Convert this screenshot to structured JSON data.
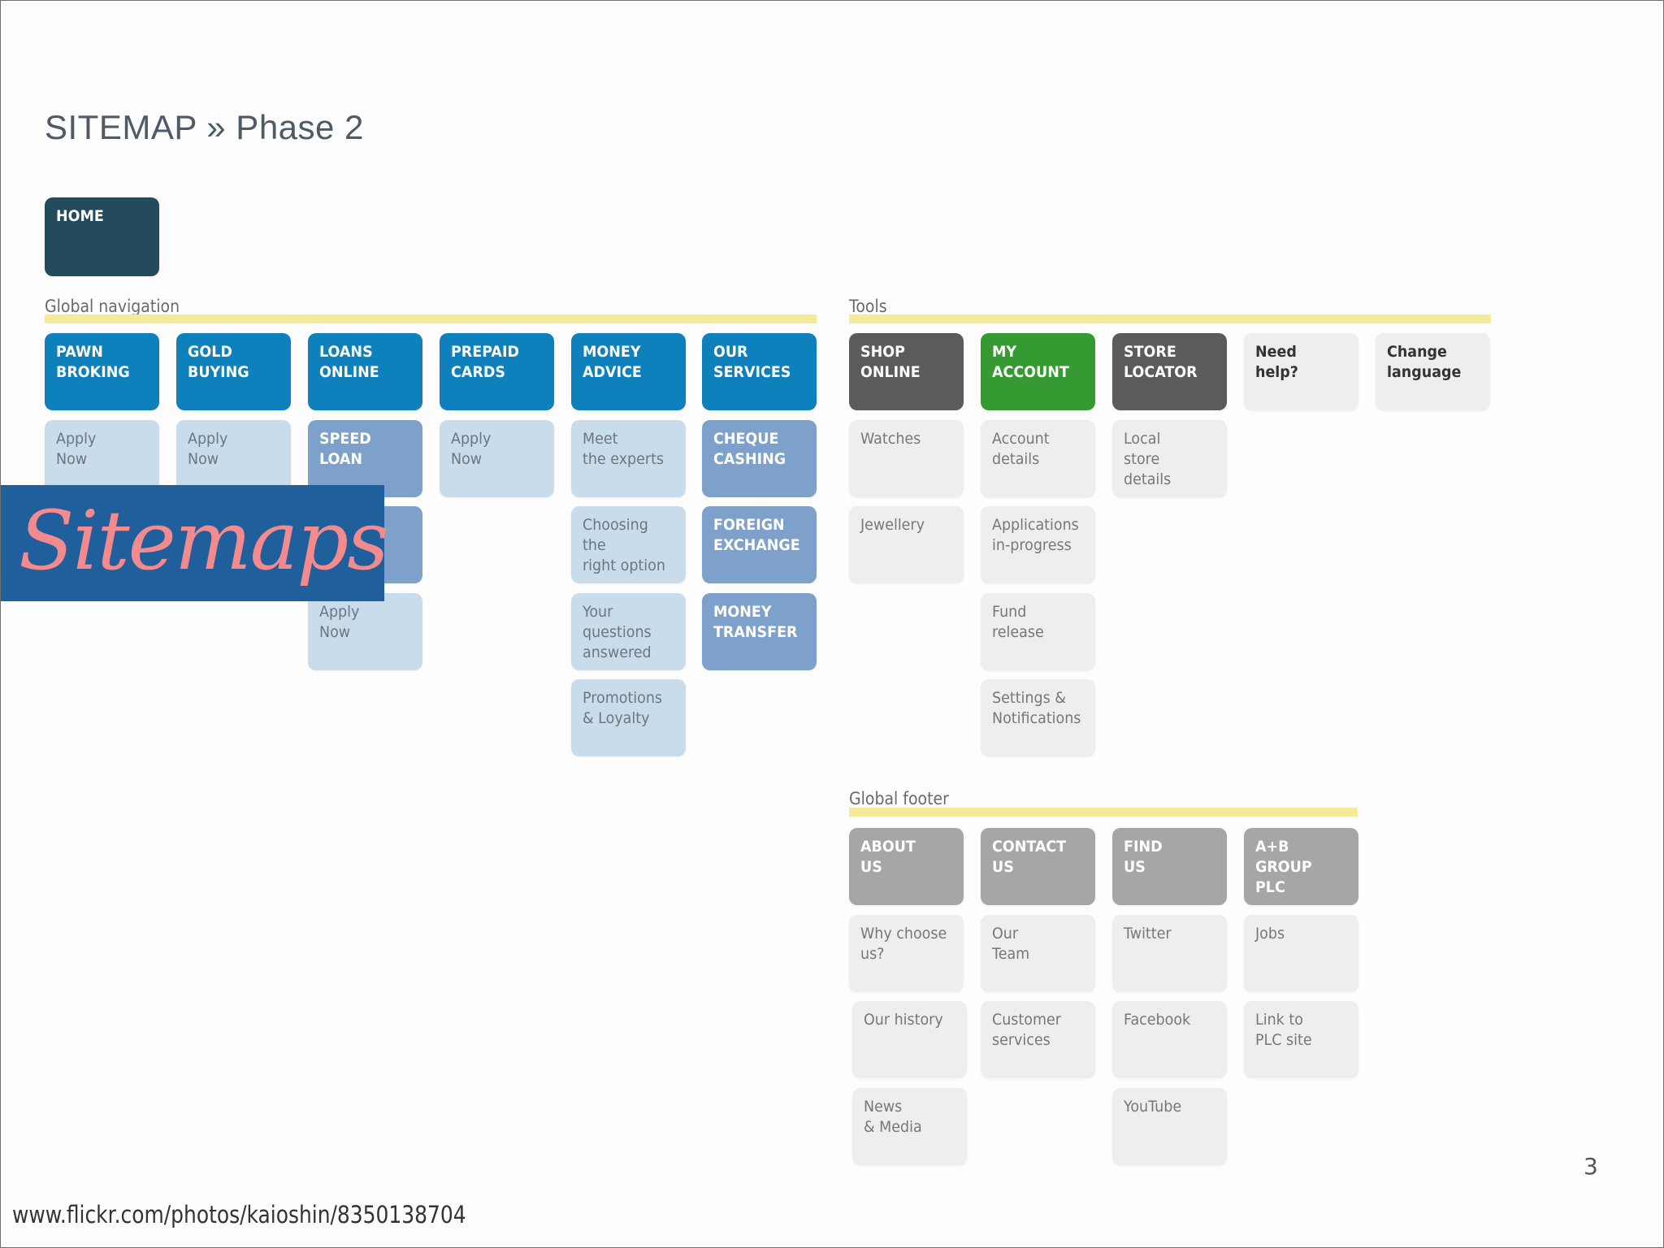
{
  "page_title": "SITEMAP » Phase 2",
  "home": "HOME",
  "global_nav": {
    "label": "Global navigation",
    "columns": [
      {
        "header": "PAWN\nBROKING",
        "children": [
          {
            "text": "Apply\nNow",
            "strong": false
          }
        ]
      },
      {
        "header": "GOLD\nBUYING",
        "children": [
          {
            "text": "Apply\nNow",
            "strong": false
          }
        ]
      },
      {
        "header": "LOANS\nONLINE",
        "children": [
          {
            "text": "SPEED\nLOAN",
            "strong": true
          },
          {
            "text": "",
            "strong": true
          },
          {
            "text": "Apply\nNow",
            "strong": false
          }
        ]
      },
      {
        "header": "PREPAID\nCARDS",
        "children": [
          {
            "text": "Apply\nNow",
            "strong": false
          }
        ]
      },
      {
        "header": "MONEY\nADVICE",
        "children": [
          {
            "text": "Meet\nthe experts",
            "strong": false
          },
          {
            "text": "Choosing the\nright option",
            "strong": false
          },
          {
            "text": "Your\nquestions\nanswered",
            "strong": false
          },
          {
            "text": "Promotions\n& Loyalty",
            "strong": false
          }
        ]
      },
      {
        "header": "OUR\nSERVICES",
        "children": [
          {
            "text": "CHEQUE\nCASHING",
            "strong": true
          },
          {
            "text": "FOREIGN\nEXCHANGE",
            "strong": true
          },
          {
            "text": "MONEY\nTRANSFER",
            "strong": true
          }
        ]
      }
    ]
  },
  "tools": {
    "label": "Tools",
    "columns": [
      {
        "header": "SHOP\nONLINE",
        "style": "dark",
        "children": [
          "Watches",
          "Jewellery"
        ]
      },
      {
        "header": "MY\nACCOUNT",
        "style": "green",
        "children": [
          "Account\ndetails",
          "Applications\nin-progress",
          "Fund\nrelease",
          "Settings &\nNotifications"
        ]
      },
      {
        "header": "STORE\nLOCATOR",
        "style": "dark",
        "children": [
          "Local\nstore details"
        ]
      },
      {
        "header": "Need help?",
        "style": "light",
        "children": []
      },
      {
        "header": "Change\nlanguage",
        "style": "light",
        "children": []
      }
    ]
  },
  "footer": {
    "label": "Global footer",
    "columns": [
      {
        "header": "ABOUT\nUS",
        "children": [
          "Why choose\nus?",
          "Our history",
          "News\n& Media"
        ]
      },
      {
        "header": "CONTACT\nUS",
        "children": [
          "Our\nTeam",
          "Customer\nservices"
        ]
      },
      {
        "header": "FIND\nUS",
        "children": [
          "Twitter",
          "Facebook",
          "YouTube"
        ]
      },
      {
        "header": "A+B\nGROUP PLC",
        "children": [
          "Jobs",
          "Link to\nPLC site"
        ]
      }
    ]
  },
  "overlay_title": "Sitemaps",
  "page_number": "3",
  "credit": "www.flickr.com/photos/kaioshin/8350138704",
  "colors": {
    "home": "#234b5d",
    "nav": "#0e81bd",
    "nav_sub": "#c8dcec",
    "nav_sub_strong": "#7ea1cc",
    "tool_dark": "#5b5b5b",
    "tool_green": "#369a33",
    "light_box": "#efeeee",
    "footer": "#a6a6a6",
    "rule": "#f3eb9a",
    "banner": "#1f5f9c",
    "banner_text": "#f28a8e"
  }
}
